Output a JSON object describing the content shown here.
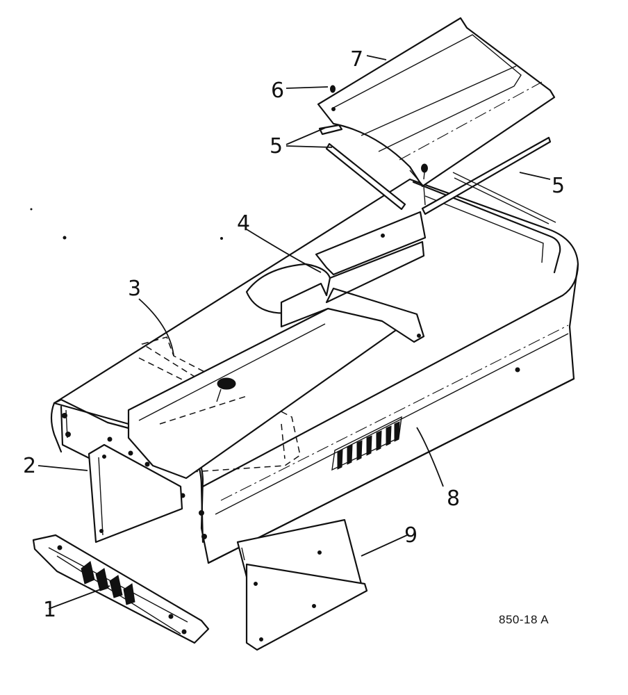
{
  "diagram": {
    "drawing_code": "850-18 A",
    "callouts": [
      {
        "id": "1",
        "label": "1"
      },
      {
        "id": "2",
        "label": "2"
      },
      {
        "id": "3",
        "label": "3"
      },
      {
        "id": "4",
        "label": "4"
      },
      {
        "id": "5a",
        "label": "5"
      },
      {
        "id": "5b",
        "label": "5"
      },
      {
        "id": "6",
        "label": "6"
      },
      {
        "id": "7",
        "label": "7"
      },
      {
        "id": "8",
        "label": "8"
      },
      {
        "id": "9",
        "label": "9"
      }
    ]
  }
}
